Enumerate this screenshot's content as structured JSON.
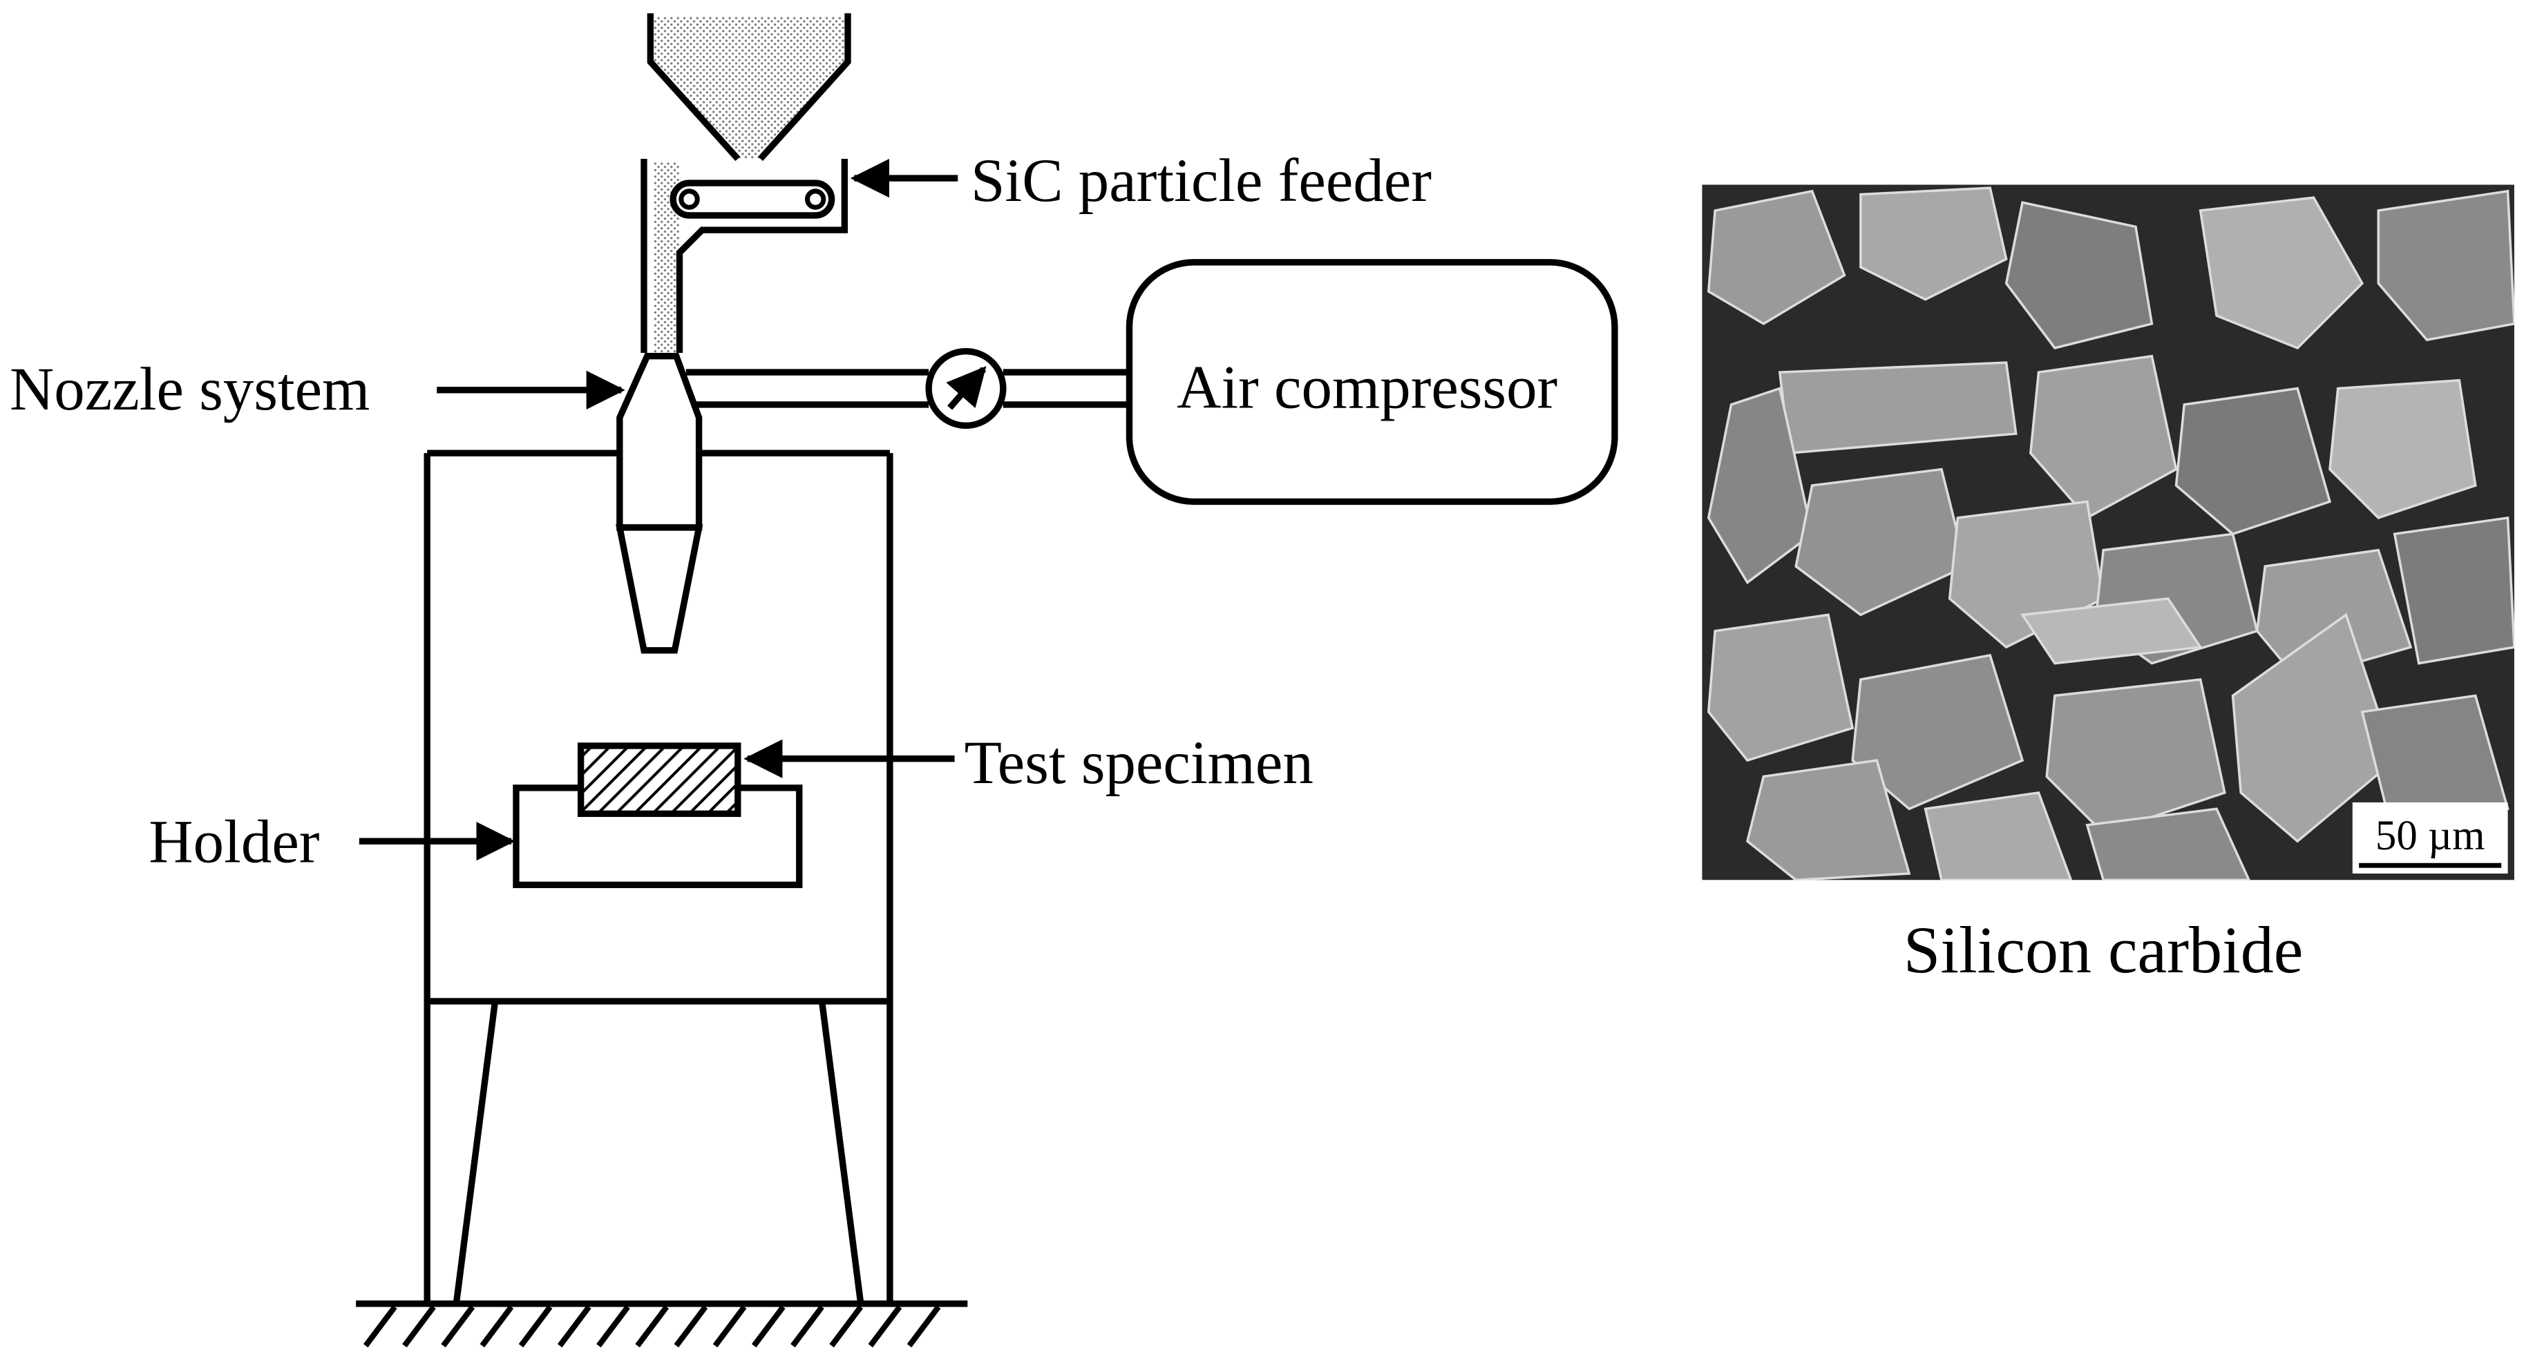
{
  "labels": {
    "feeder": "SiC particle feeder",
    "nozzle": "Nozzle system",
    "compressor": "Air compressor",
    "specimen": "Test specimen",
    "holder": "Holder"
  },
  "micrograph": {
    "scale_bar": "50 µm",
    "caption": "Silicon carbide"
  },
  "icons": [
    "pressure-gauge-icon",
    "ground-hatch-icon"
  ],
  "colors": {
    "line": "#000000",
    "background": "#ffffff",
    "powder": "#b8b8b8",
    "sem_background": "#2a2a2a"
  }
}
